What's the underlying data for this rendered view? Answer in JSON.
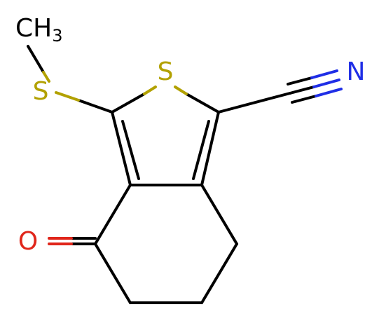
{
  "colors": {
    "carbon_bond": "#000000",
    "sulfur": "#b2a100",
    "nitrogen": "#1f2ee6",
    "oxygen": "#e0261b"
  },
  "atoms": {
    "ring_sulfur": {
      "label": "S",
      "element": "S"
    },
    "thio_sulfur": {
      "label": "S",
      "element": "S"
    },
    "methyl": {
      "label": "CH",
      "subscript": "3",
      "element": "C"
    },
    "nitrile_nitrogen": {
      "label": "N",
      "element": "N"
    },
    "ketone_oxygen": {
      "label": "O",
      "element": "O"
    }
  }
}
